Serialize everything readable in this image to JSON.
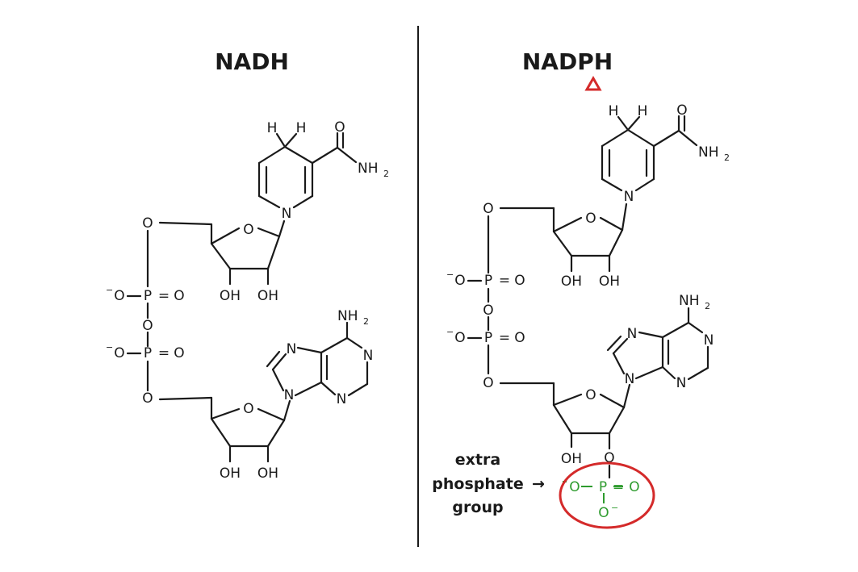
{
  "titles": {
    "left": "NADH",
    "right": "NADPH"
  },
  "labels": {
    "H": "H",
    "O": "O",
    "N": "N",
    "P": "P",
    "OH": "OH",
    "NH": "NH",
    "sub2": "2",
    "minus": "−",
    "eq": "="
  },
  "annotation": {
    "line1": "extra",
    "line2": "phosphate",
    "line3": "group",
    "arrow": "→"
  },
  "colors": {
    "extra_phosphate": "#2e9b2e",
    "highlight_circle": "#d42a2a",
    "warning_triangle": "#d42a2a"
  }
}
